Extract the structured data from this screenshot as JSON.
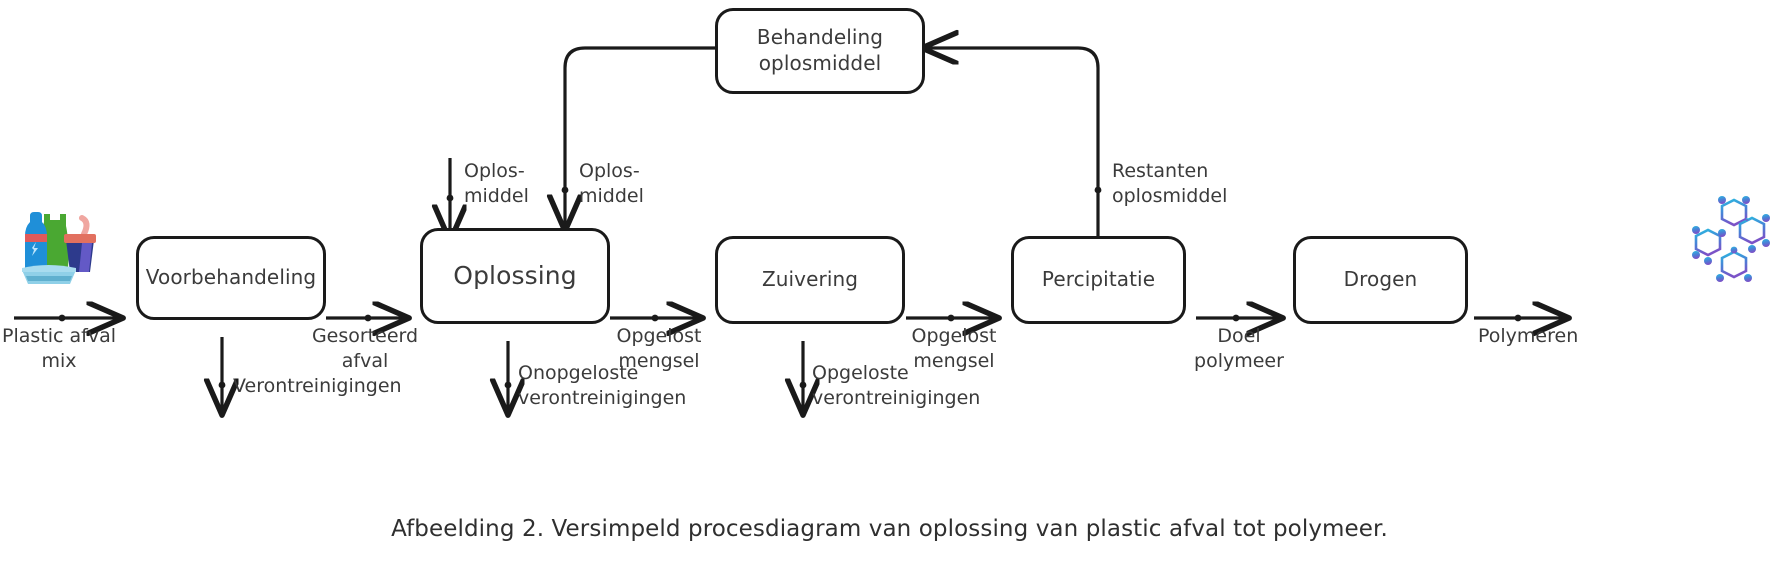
{
  "caption": "Afbeelding 2. Versimpeld procesdiagram van oplossing van plastic afval tot polymeer.",
  "colors": {
    "stroke": "#1a1a1a",
    "text": "#3b3b3b",
    "background": "#ffffff",
    "polymer_icon_top": "#2bb9e0",
    "polymer_icon_bottom": "#7b52c7",
    "waste_bottle": "#1a7fd4",
    "waste_bag": "#4aa832",
    "waste_cup": "#e8837e",
    "waste_tray": "#7fc7e0",
    "waste_basket": "#2d3a8c"
  },
  "nodes": [
    {
      "id": "behandeling-oplosmiddel",
      "label": "Behandeling\noplosmiddel"
    },
    {
      "id": "voorbehandeling",
      "label": "Voorbehandeling"
    },
    {
      "id": "oplossing",
      "label": "Oplossing"
    },
    {
      "id": "zuivering",
      "label": "Zuivering"
    },
    {
      "id": "percipitatie",
      "label": "Percipitatie"
    },
    {
      "id": "drogen",
      "label": "Drogen"
    }
  ],
  "edge_labels": {
    "plastic_afval_mix": "Plastic afval\nmix",
    "gesorteerd_afval": "Gesorteerd\nafval",
    "oplosmiddel_1": "Oplos-\nmiddel",
    "oplosmiddel_2": "Oplos-\nmiddel",
    "opgelost_mengsel_1": "Opgelost\nmengsel",
    "opgelost_mengsel_2": "Opgelost\nmengsel",
    "restanten_oplosmiddel": "Restanten\noplosmiddel",
    "doel_polymeer": "Doel\npolymeer",
    "polymeren": "Polymeren",
    "verontreinigingen": "Verontreinigingen",
    "onopgeloste_verontreinigingen": "Onopgeloste\nverontreinigingen",
    "opgeloste_verontreinigingen": "Opgeloste\nverontreinigingen"
  },
  "icons": {
    "plastic_waste": "plastic-waste-icon",
    "polymer_molecule": "polymer-molecule-icon"
  }
}
